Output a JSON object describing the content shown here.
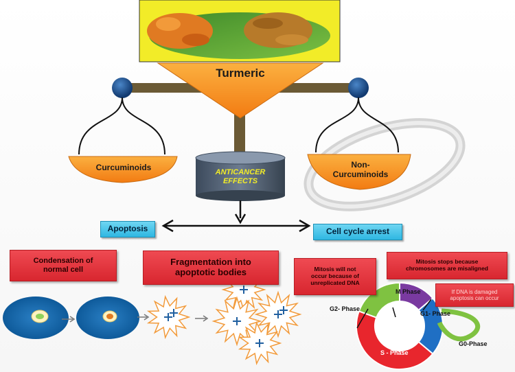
{
  "center": {
    "title": "Turmeric",
    "effects_line1": "ANTICANCER",
    "effects_line2": "EFFECTS"
  },
  "branches": {
    "left": "Curcuminoids",
    "right_line1": "Non-",
    "right_line2": "Curcuminoids"
  },
  "outcomes": {
    "apoptosis": "Apoptosis",
    "cell_cycle_arrest": "Cell cycle arrest"
  },
  "apoptosis_steps": {
    "condensation_line1": "Condensation of",
    "condensation_line2": "normal cell",
    "fragmentation_line1": "Fragmentation into",
    "fragmentation_line2": "apoptotic bodies"
  },
  "cell_cycle_notes": {
    "mitosis_not_line1": "Mitosis will not",
    "mitosis_not_line2": "occur because of",
    "mitosis_not_line3": "unreplicated DNA",
    "mitosis_stops_line1": "Mitosis stops because",
    "mitosis_stops_line2": "chromosomes are misaligned",
    "dna_damaged_line1": "If DNA is damaged",
    "dna_damaged_line2": "apoptosis can occur"
  },
  "phases": {
    "m": "M Phase",
    "g2": "G2- Phase",
    "g1": "G1- Phase",
    "s": "S - Phase",
    "g0": "G0-Phase"
  },
  "colors": {
    "orange": "#f7941d",
    "beam": "#6b5a35",
    "knob": "#1f4e8c",
    "blue_box": "#2fb7e2",
    "red_box": "#e0323a",
    "s_phase": "#e8262d",
    "g1_phase": "#1f6fc4",
    "m_phase": "#7a3aa0",
    "g2_phase": "#7fc241",
    "g0_phase": "#7fc241"
  }
}
